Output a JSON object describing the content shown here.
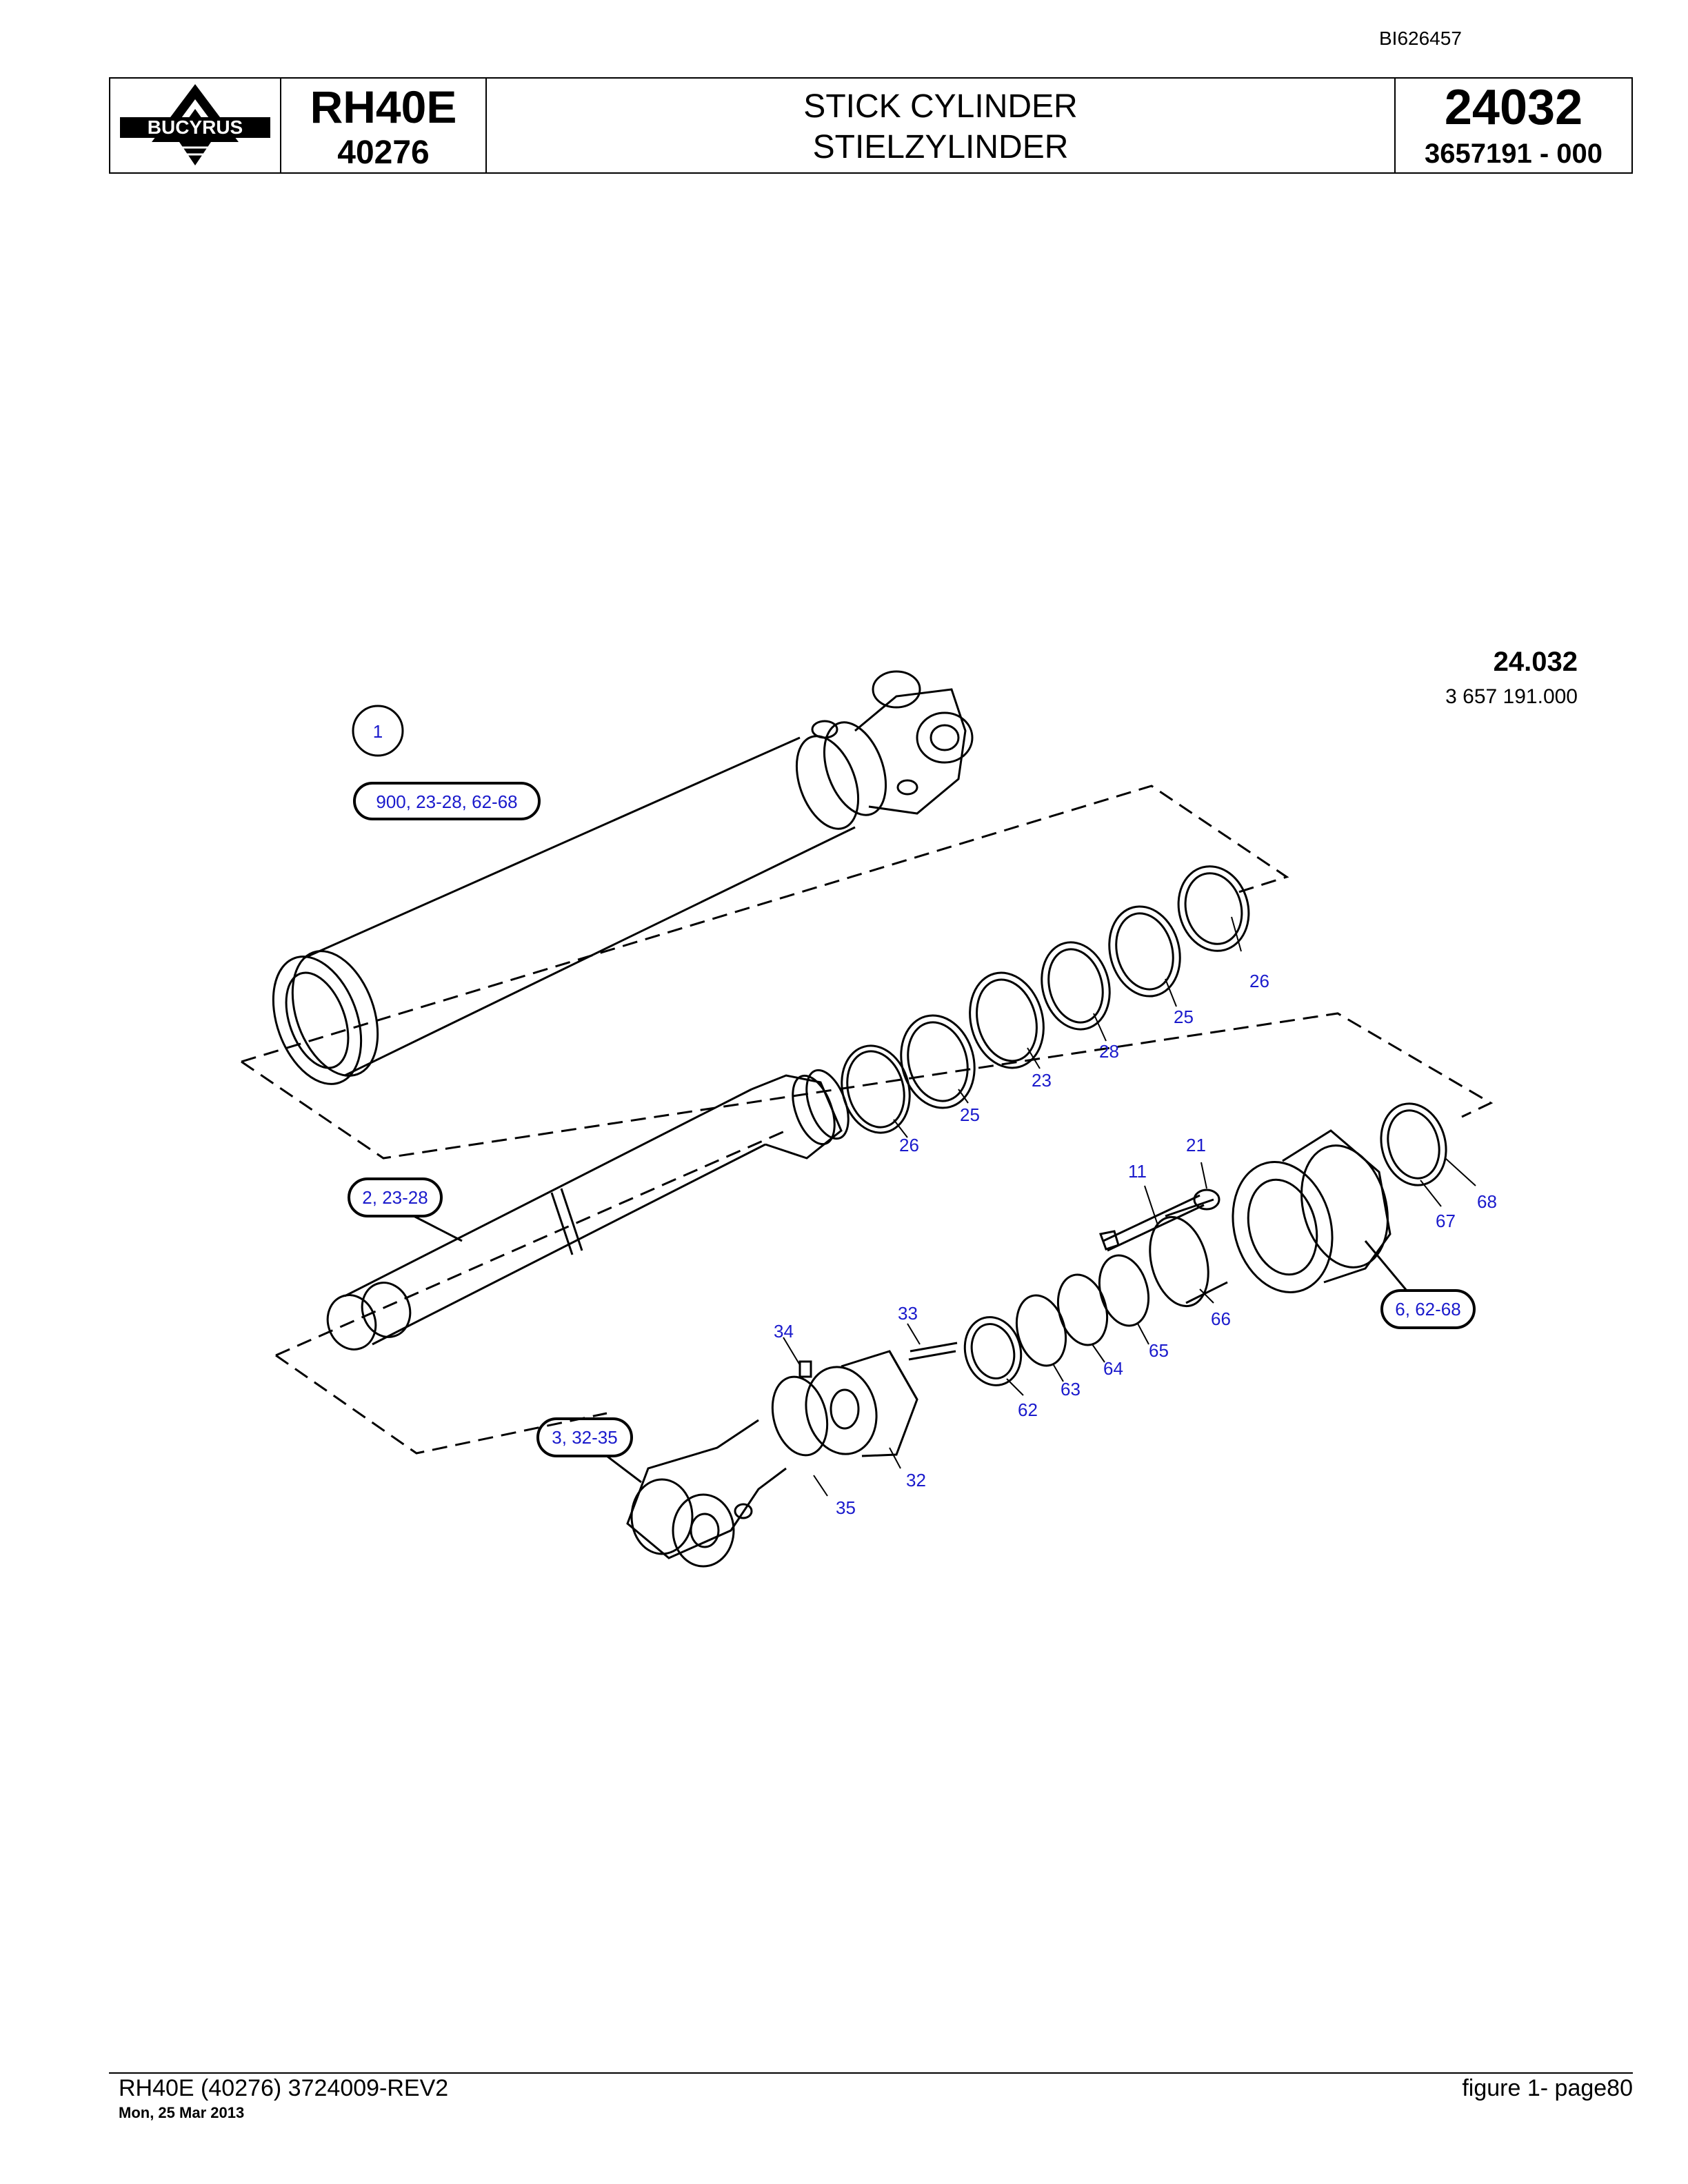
{
  "doc_id": "BI626457",
  "header": {
    "logo_text": "BUCYRUS",
    "model": "RH40E",
    "serial": "40276",
    "title_en": "STICK CYLINDER",
    "title_de": "STIELZYLINDER",
    "group": "24032",
    "part_number": "3657191  - 000"
  },
  "drawing": {
    "id": "24.032",
    "sub_id": "3 657 191.000",
    "refs": {
      "r1": "1",
      "r_900": "900, 23-28, 62-68",
      "r_2": "2, 23-28",
      "r_3": "3, 32-35",
      "r_6": "6, 62-68"
    },
    "callouts": [
      "26",
      "25",
      "28",
      "23",
      "25",
      "26",
      "21",
      "11",
      "68",
      "67",
      "66",
      "65",
      "64",
      "63",
      "62",
      "33",
      "34",
      "32",
      "35"
    ]
  },
  "footer": {
    "left": "RH40E (40276) 3724009-REV2",
    "date": "Mon, 25 Mar 2013",
    "right": "figure  1- page80"
  }
}
